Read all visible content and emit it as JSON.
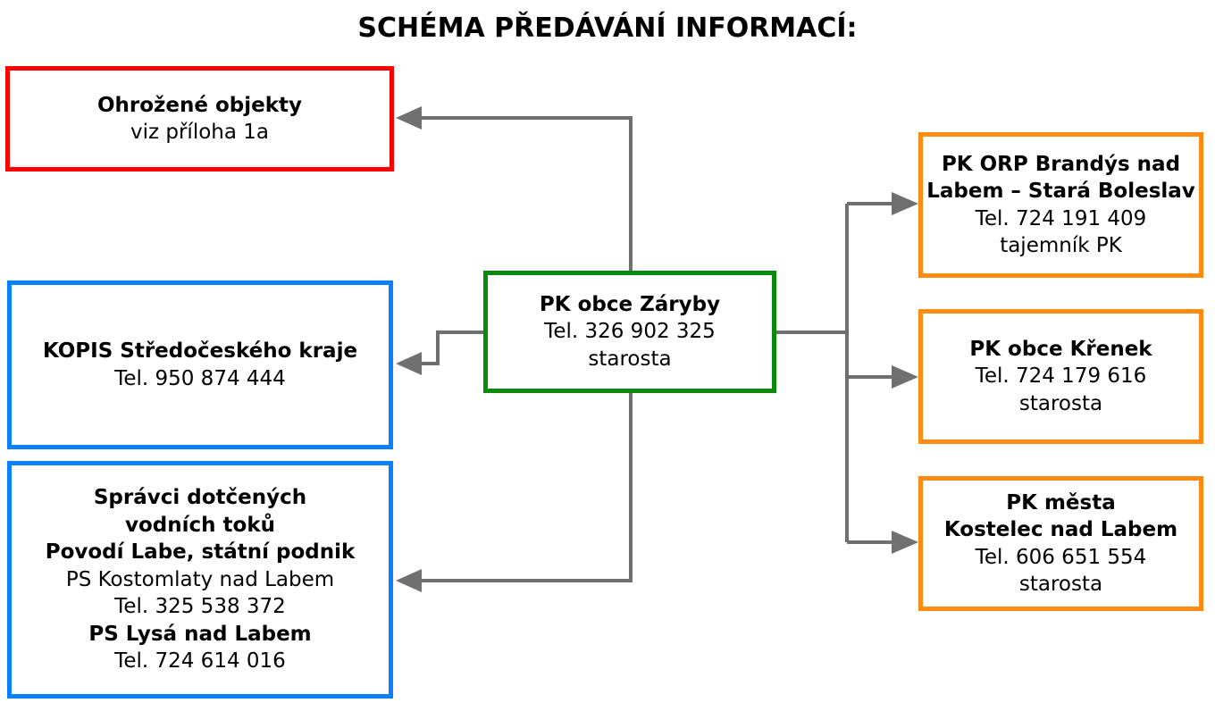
{
  "title": "SCHÉMA PŘEDÁVÁNÍ INFORMACÍ:",
  "colors": {
    "red": "#ff0000",
    "blue": "#0a80ff",
    "green": "#0a8a0a",
    "orange": "#ff8a14",
    "connector": "#707070"
  },
  "boxes": {
    "ohrozene": {
      "line1": "Ohrožené objekty",
      "line2": "viz příloha 1a"
    },
    "kopis": {
      "line1": "KOPIS Středočeského kraje",
      "line2": "Tel. 950 874 444"
    },
    "spravci": {
      "line1": "Správci dotčených",
      "line2": "vodních toků",
      "line3": "Povodí Labe, státní podnik",
      "line4": "PS Kostomlaty nad Labem",
      "line5": "Tel. 325 538 372",
      "line6": "PS Lysá nad Labem",
      "line7": "Tel. 724 614 016"
    },
    "center": {
      "line1": "PK obce Záryby",
      "line2": "Tel. 326 902 325",
      "line3": "starosta"
    },
    "orp": {
      "line1": "PK ORP Brandýs nad",
      "line2": "Labem – Stará Boleslav",
      "line3": "Tel. 724 191 409",
      "line4": "tajemník PK"
    },
    "krenek": {
      "line1": "PK obce Křenek",
      "line2": "Tel. 724 179 616",
      "line3": "starosta"
    },
    "kostelec": {
      "line1": "PK města",
      "line2": "Kostelec nad Labem",
      "line3": "Tel. 606 651 554",
      "line4": "starosta"
    }
  }
}
